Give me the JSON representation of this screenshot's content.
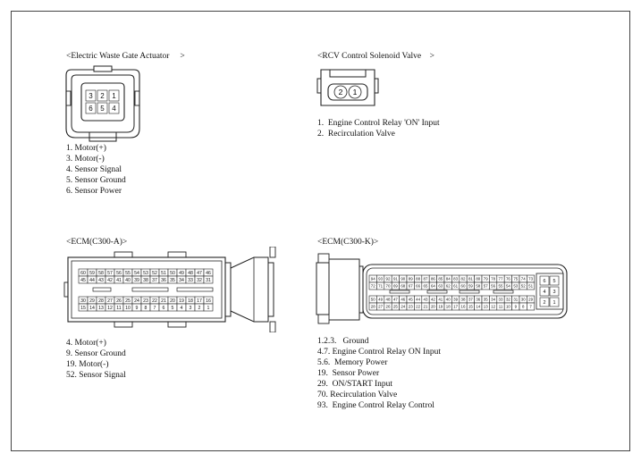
{
  "ewga": {
    "title": "<Electric Waste Gate Actuator     >",
    "cavities": [
      "3",
      "2",
      "1",
      "6",
      "5",
      "4"
    ],
    "pins": [
      "1. Motor(+)",
      "3. Motor(-)",
      "4. Sensor Signal",
      "5. Sensor Ground",
      "6. Sensor Power"
    ]
  },
  "rcv": {
    "title": "<RCV Control Solenoid Valve    >",
    "cavities": [
      "2",
      "1"
    ],
    "pins": [
      "1.  Engine Control Relay 'ON' Input",
      "2.  Recirculation Valve"
    ]
  },
  "ecm_a": {
    "title": "<ECM(C300-A)>",
    "row1": [
      "60",
      "59",
      "58",
      "57",
      "56",
      "55",
      "54",
      "53",
      "52",
      "51",
      "50",
      "49",
      "48",
      "47",
      "46"
    ],
    "row2": [
      "45",
      "44",
      "43",
      "42",
      "41",
      "40",
      "39",
      "38",
      "37",
      "36",
      "35",
      "34",
      "33",
      "32",
      "31"
    ],
    "row3": [
      "30",
      "29",
      "28",
      "27",
      "26",
      "25",
      "24",
      "23",
      "22",
      "21",
      "20",
      "19",
      "18",
      "17",
      "16"
    ],
    "row4": [
      "15",
      "14",
      "13",
      "12",
      "11",
      "10",
      "9",
      "8",
      "7",
      "6",
      "5",
      "4",
      "3",
      "2",
      "1"
    ],
    "pins": [
      "4. Motor(+)",
      "9. Sensor Ground",
      "19. Motor(-)",
      "52. Sensor Signal"
    ]
  },
  "ecm_k": {
    "title": "<ECM(C300-K)>",
    "row1": [
      "94",
      "93",
      "92",
      "91",
      "90",
      "89",
      "88",
      "87",
      "86",
      "85",
      "84",
      "83",
      "82",
      "81",
      "80",
      "79",
      "78",
      "77",
      "76",
      "75",
      "74",
      "73"
    ],
    "row2": [
      "72",
      "71",
      "70",
      "69",
      "68",
      "67",
      "66",
      "65",
      "64",
      "63",
      "62",
      "61",
      "60",
      "59",
      "58",
      "57",
      "56",
      "55",
      "54",
      "53",
      "52",
      "51"
    ],
    "row3": [
      "50",
      "49",
      "48",
      "47",
      "46",
      "45",
      "44",
      "43",
      "42",
      "41",
      "40",
      "39",
      "38",
      "37",
      "36",
      "35",
      "34",
      "33",
      "32",
      "31",
      "30",
      "29"
    ],
    "row4": [
      "28",
      "27",
      "26",
      "25",
      "24",
      "23",
      "22",
      "21",
      "20",
      "19",
      "18",
      "17",
      "16",
      "15",
      "14",
      "13",
      "12",
      "11",
      "10",
      "9",
      "8",
      "7"
    ],
    "side": [
      "6",
      "5",
      "4",
      "3",
      "2",
      "1"
    ],
    "pins": [
      "1.2.3.   Ground",
      "4.7. Engine Control Relay ON Input",
      "5.6.  Memory Power",
      "19.  Sensor Power",
      "29.  ON/START Input",
      "70. Recirculation Valve",
      "93.  Engine Control Relay Control"
    ]
  }
}
